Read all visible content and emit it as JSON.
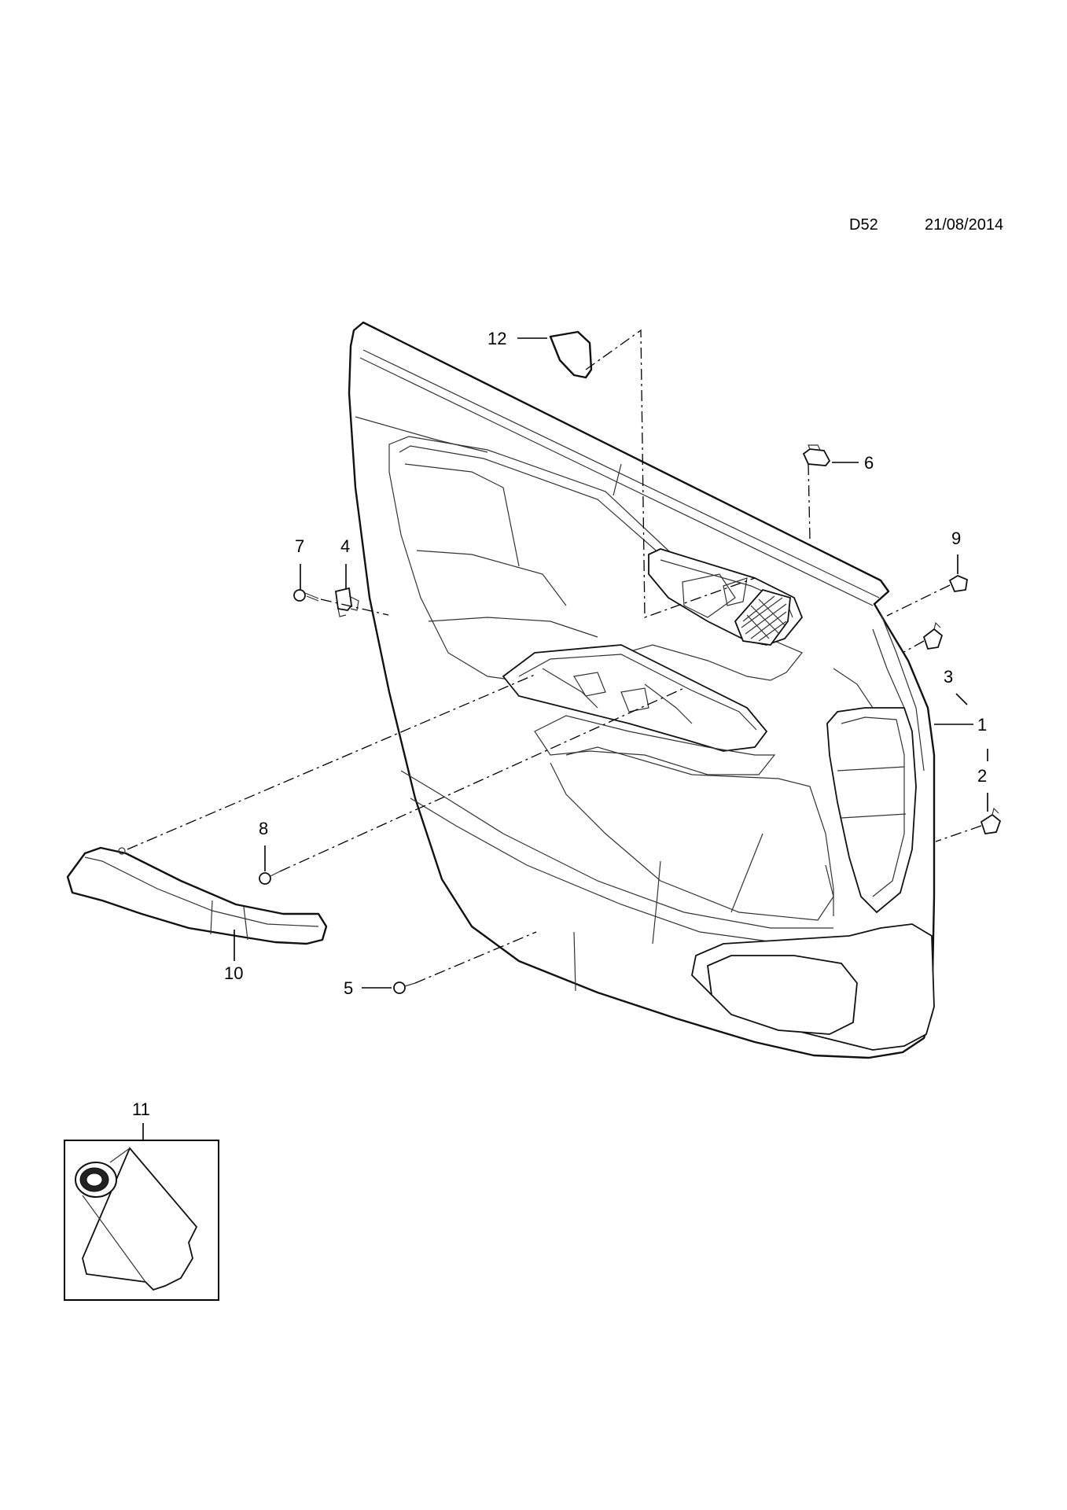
{
  "header": {
    "diagram_code": "D52",
    "date": "21/08/2014"
  },
  "callouts": [
    "1",
    "2",
    "3",
    "4",
    "5",
    "6",
    "7",
    "8",
    "9",
    "10",
    "11",
    "12"
  ]
}
